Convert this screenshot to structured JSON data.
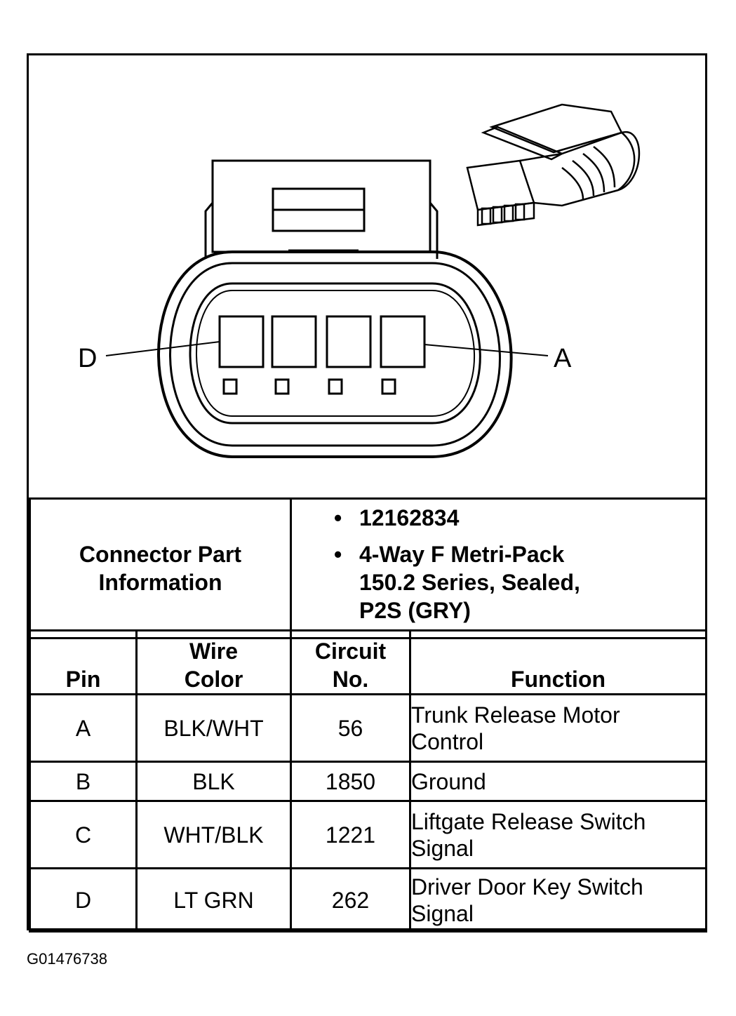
{
  "diagram": {
    "label_left": "D",
    "label_right": "A"
  },
  "connector_info": {
    "label": "Connector Part Information",
    "values": [
      "12162834",
      "4-Way F Metri-Pack\n150.2 Series, Sealed,\nP2S (GRY)"
    ]
  },
  "pin_table": {
    "headers": {
      "pin": "Pin",
      "wire_color": "Wire Color",
      "circuit": "Circuit No.",
      "function": "Function"
    },
    "rows": [
      {
        "pin": "A",
        "wire_color": "BLK/WHT",
        "circuit": "56",
        "function": "Trunk Release Motor Control"
      },
      {
        "pin": "B",
        "wire_color": "BLK",
        "circuit": "1850",
        "function": "Ground"
      },
      {
        "pin": "C",
        "wire_color": "WHT/BLK",
        "circuit": "1221",
        "function": "Liftgate Release Switch Signal"
      },
      {
        "pin": "D",
        "wire_color": "LT GRN",
        "circuit": "262",
        "function": "Driver Door Key Switch Signal"
      }
    ]
  },
  "footer": {
    "figure_id": "G01476738"
  }
}
